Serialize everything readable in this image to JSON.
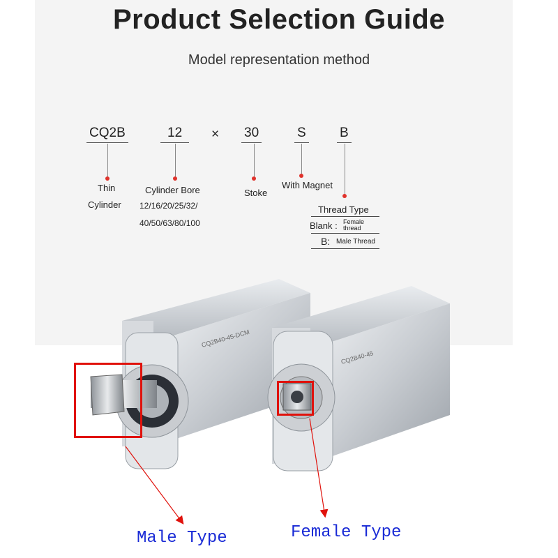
{
  "header": {
    "title": "Product Selection Guide",
    "subtitle": "Model representation method"
  },
  "model_code": {
    "series": "CQ2B",
    "bore": "12",
    "times": "×",
    "stroke": "30",
    "magnet": "S",
    "thread": "B"
  },
  "labels": {
    "thin": "Thin",
    "cylinder": "Cylinder",
    "cylinder_bore": "Cylinder Bore",
    "bore_values_1": "12/16/20/25/32/",
    "bore_values_2": "40/50/63/80/100",
    "stoke": "Stoke",
    "with_magnet": "With Magnet",
    "thread_type": "Thread Type",
    "blank": "Blank :",
    "female": "Female",
    "thread": "thread",
    "b_colon": "B:",
    "male_thread": "Male Thread"
  },
  "photo": {
    "left_model_text": "CQ2B40-45-DCM",
    "right_model_text": "CQ2B40-45"
  },
  "callouts": {
    "male_type": "Male Type",
    "female_type": "Female Type"
  },
  "colors": {
    "accent_red": "#e0120c",
    "callout_blue": "#1a2bd6",
    "panel_gray": "#f4f4f4"
  }
}
